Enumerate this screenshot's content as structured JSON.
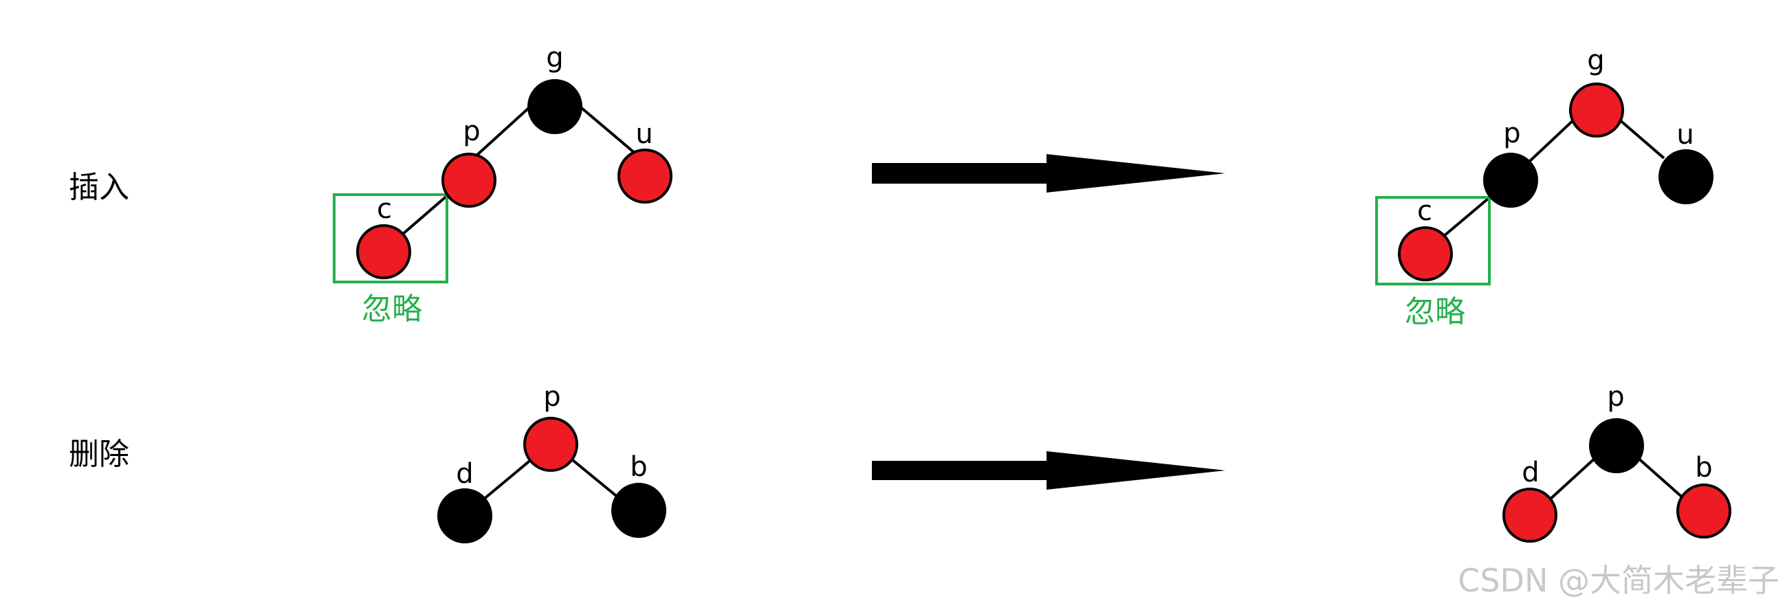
{
  "colors": {
    "red": "#ed1c24",
    "black": "#000000",
    "green": "#22b14c",
    "watermark": "#c8c8c8"
  },
  "rows": {
    "insert_label": "插入",
    "delete_label": "删除"
  },
  "insert_before": {
    "g": "g",
    "p": "p",
    "u": "u",
    "c": "c",
    "ignore": "忽略"
  },
  "insert_after": {
    "g": "g",
    "p": "p",
    "u": "u",
    "c": "c",
    "ignore": "忽略"
  },
  "delete_before": {
    "p": "p",
    "d": "d",
    "b": "b"
  },
  "delete_after": {
    "p": "p",
    "d": "d",
    "b": "b"
  },
  "watermark": "CSDN @大简木老辈子"
}
